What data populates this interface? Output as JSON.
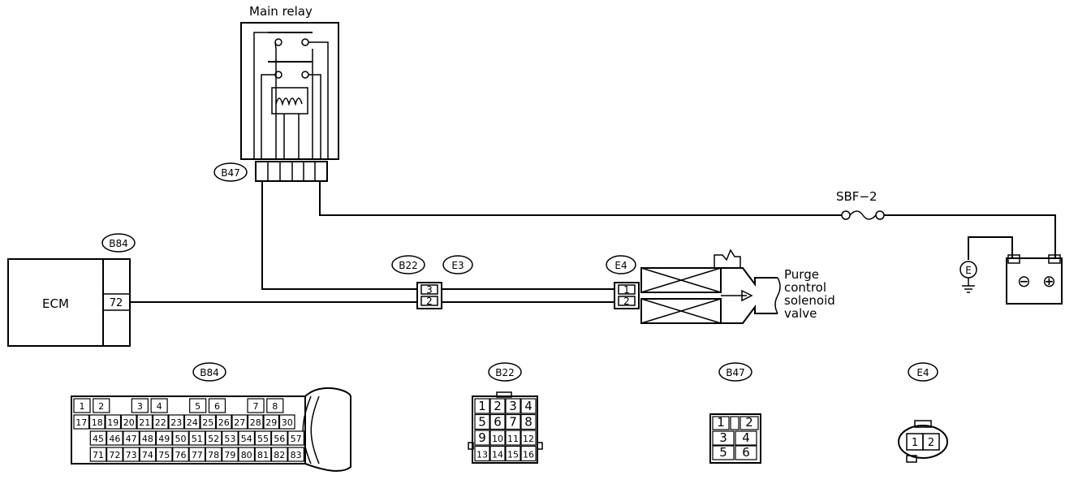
{
  "components": {
    "main_relay": "Main relay",
    "ecm": "ECM",
    "fuse": "SBF−2",
    "ground_symbol": "E",
    "battery_minus": "⊖",
    "battery_plus": "⊕",
    "valve_label": [
      "Purge",
      "control",
      "solenoid",
      "valve"
    ]
  },
  "wire_connectors": {
    "b47": "B47",
    "b84": "B84",
    "b22": "B22",
    "e3": "E3",
    "e4": "E4",
    "ecm_pin": "72",
    "b22_pins": [
      "3",
      "2"
    ],
    "e4_pins": [
      "1",
      "2"
    ]
  },
  "connector_views": {
    "b84": {
      "tag": "B84",
      "row1": [
        "1",
        "2",
        "",
        "3",
        "4",
        "",
        "5",
        "6",
        "",
        "7",
        "8",
        ""
      ],
      "row2": [
        "17",
        "18",
        "19",
        "20",
        "21",
        "22",
        "23",
        "24",
        "25",
        "26",
        "27",
        "28",
        "29",
        "30"
      ],
      "row3": [
        "45",
        "46",
        "47",
        "48",
        "49",
        "50",
        "51",
        "52",
        "53",
        "54",
        "55",
        "56",
        "57"
      ],
      "row4": [
        "71",
        "72",
        "73",
        "74",
        "75",
        "76",
        "77",
        "78",
        "79",
        "80",
        "81",
        "82",
        "83"
      ]
    },
    "b22": {
      "tag": "B22",
      "rows": [
        [
          "1",
          "2",
          "3",
          "4"
        ],
        [
          "5",
          "6",
          "7",
          "8"
        ],
        [
          "9",
          "10",
          "11",
          "12"
        ],
        [
          "13",
          "14",
          "15",
          "16"
        ]
      ]
    },
    "b47": {
      "tag": "B47",
      "rows": [
        [
          "1",
          "",
          "2"
        ],
        [
          "3",
          "4"
        ],
        [
          "5",
          "6"
        ]
      ]
    },
    "e4": {
      "tag": "E4",
      "pins": [
        "1",
        "2"
      ]
    }
  }
}
